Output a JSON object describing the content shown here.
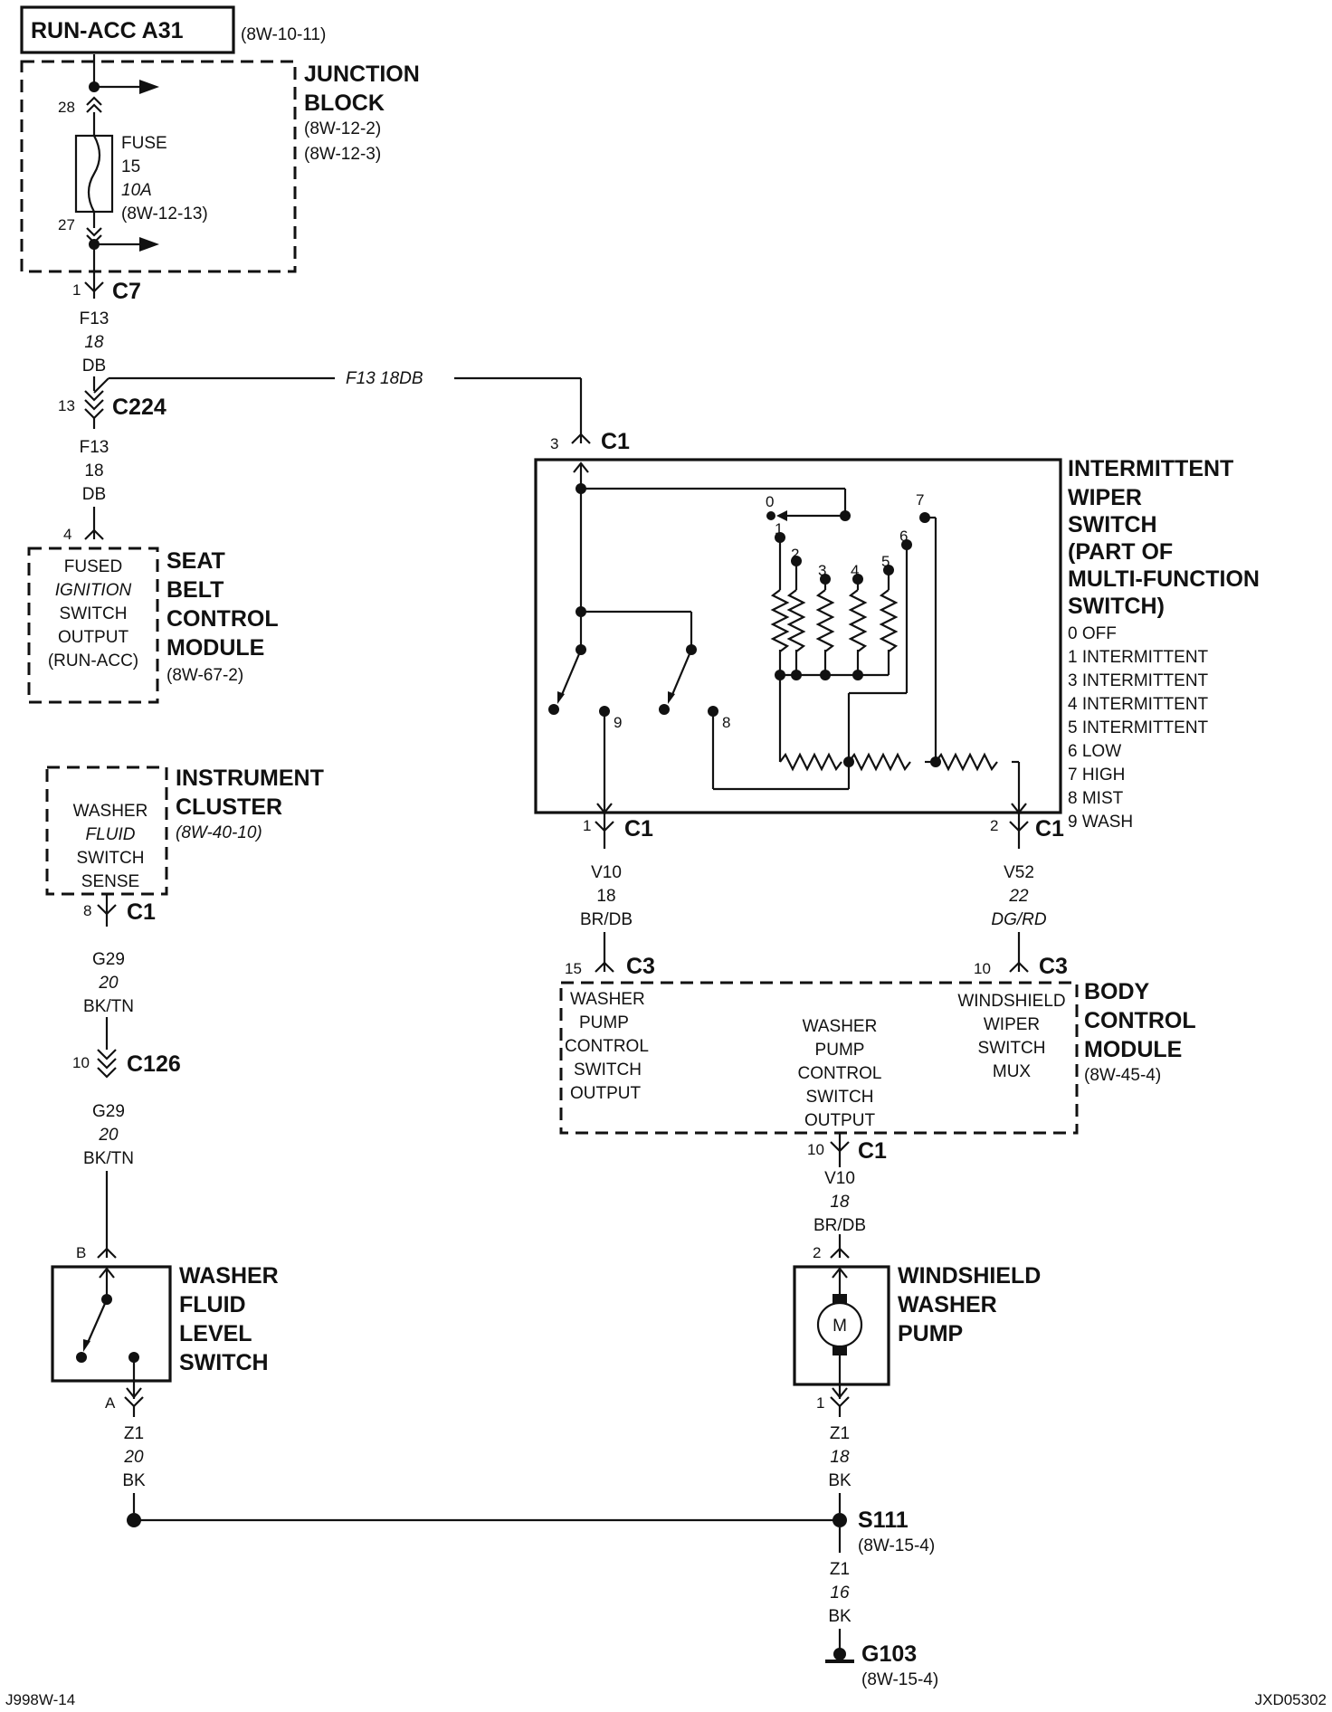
{
  "run_acc": {
    "title": "RUN-ACC A31",
    "ref": "(8W-10-11)"
  },
  "junction_block": {
    "name": [
      "JUNCTION",
      "BLOCK"
    ],
    "refs": [
      "(8W-12-2)",
      "(8W-12-3)"
    ],
    "fuse": [
      "FUSE",
      "15",
      "10A",
      "(8W-12-13)"
    ],
    "pin_top": "28",
    "pin_bottom": "27"
  },
  "c7": {
    "pin": "1",
    "name": "C7"
  },
  "wire_f13_a": [
    "F13",
    "18",
    "DB"
  ],
  "c224": {
    "pin": "13",
    "name": "C224"
  },
  "wire_f13_branch": "F13   18DB",
  "wire_f13_b": [
    "F13",
    "18",
    "DB"
  ],
  "seat_belt_module": {
    "pin": "4",
    "inner": [
      "FUSED",
      "IGNITION",
      "SWITCH",
      "OUTPUT",
      "(RUN-ACC)"
    ],
    "name": [
      "SEAT",
      "BELT",
      "CONTROL",
      "MODULE"
    ],
    "ref": "(8W-67-2)"
  },
  "instrument_cluster": {
    "name": [
      "INSTRUMENT",
      "CLUSTER"
    ],
    "ref": "(8W-40-10)",
    "inner": [
      "WASHER",
      "FLUID",
      "SWITCH",
      "SENSE"
    ],
    "pin": "8",
    "conn": "C1"
  },
  "wire_g29_a": [
    "G29",
    "20",
    "BK/TN"
  ],
  "c126": {
    "pin": "10",
    "name": "C126"
  },
  "wire_g29_b": [
    "G29",
    "20",
    "BK/TN"
  ],
  "washer_fluid_level_switch": {
    "pin_top": "B",
    "pin_bottom": "A",
    "name": [
      "WASHER",
      "FLUID",
      "LEVEL",
      "SWITCH"
    ]
  },
  "wire_z1_left": [
    "Z1",
    "20",
    "BK"
  ],
  "intermittent_wiper_switch": {
    "conn_top": {
      "pin": "3",
      "name": "C1"
    },
    "name": [
      "INTERMITTENT",
      "WIPER",
      "SWITCH",
      "(PART OF",
      "MULTI-FUNCTION",
      "SWITCH)"
    ],
    "positions": [
      "0 OFF",
      "1 INTERMITTENT",
      "3 INTERMITTENT",
      "4 INTERMITTENT",
      "5 INTERMITTENT",
      "6 LOW",
      "7 HIGH",
      "8 MIST",
      "9 WASH"
    ],
    "internal_labels": [
      "0",
      "1",
      "2",
      "3",
      "4",
      "5",
      "6",
      "7",
      "8",
      "9"
    ],
    "conn_left": {
      "pin": "1",
      "name": "C1"
    },
    "conn_right": {
      "pin": "2",
      "name": "C1"
    }
  },
  "wire_v10_a": [
    "V10",
    "18",
    "BR/DB"
  ],
  "wire_v52": [
    "V52",
    "22",
    "DG/RD"
  ],
  "body_control_module": {
    "conn_left": {
      "pin": "15",
      "name": "C3"
    },
    "conn_right": {
      "pin": "10",
      "name": "C3"
    },
    "left_inner": [
      "WASHER",
      "PUMP",
      "CONTROL",
      "SWITCH",
      "OUTPUT"
    ],
    "center_inner": [
      "WASHER",
      "PUMP",
      "CONTROL",
      "SWITCH",
      "OUTPUT"
    ],
    "right_inner": [
      "WINDSHIELD",
      "WIPER",
      "SWITCH",
      "MUX"
    ],
    "name": [
      "BODY",
      "CONTROL",
      "MODULE"
    ],
    "ref": "(8W-45-4)",
    "conn_bottom": {
      "pin": "10",
      "name": "C1"
    }
  },
  "wire_v10_b": [
    "V10",
    "18",
    "BR/DB"
  ],
  "windshield_washer_pump": {
    "pin_top": "2",
    "pin_bottom": "1",
    "motor": "M",
    "name": [
      "WINDSHIELD",
      "WASHER",
      "PUMP"
    ]
  },
  "wire_z1_right": [
    "Z1",
    "18",
    "BK"
  ],
  "s111": {
    "name": "S111",
    "ref": "(8W-15-4)"
  },
  "wire_z1_ground": [
    "Z1",
    "16",
    "BK"
  ],
  "g103": {
    "name": "G103",
    "ref": "(8W-15-4)"
  },
  "footer": {
    "left": "J998W-14",
    "right": "JXD05302"
  }
}
